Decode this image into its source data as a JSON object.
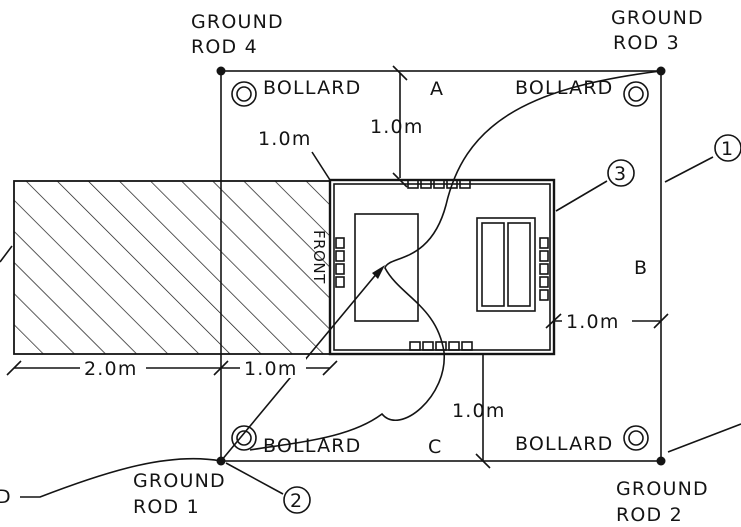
{
  "ground_rods": {
    "rod1": {
      "line1": "GROUND",
      "line2": "ROD 1"
    },
    "rod2": {
      "line1": "GROUND",
      "line2": "ROD 2"
    },
    "rod3": {
      "line1": "GROUND",
      "line2": "ROD 3"
    },
    "rod4": {
      "line1": "GROUND",
      "line2": "ROD 4"
    }
  },
  "bollards": {
    "top_left": "BOLLARD",
    "top_right": "BOLLARD",
    "bottom_left": "BOLLARD",
    "bottom_right": "BOLLARD"
  },
  "sides": {
    "a": "A",
    "b": "B",
    "c": "C"
  },
  "dimensions": {
    "top_left_clearance": "1.0m",
    "top_clearance": "1.0m",
    "right_clearance": "1.0m",
    "bottom_clearance": "1.0m",
    "hatch_width": "2.0m",
    "left_clearance": "1.0m"
  },
  "callouts": {
    "one": "1",
    "two": "2",
    "three": "3"
  },
  "equipment": {
    "front_label": "FRONT"
  },
  "partial_left_label": "D"
}
